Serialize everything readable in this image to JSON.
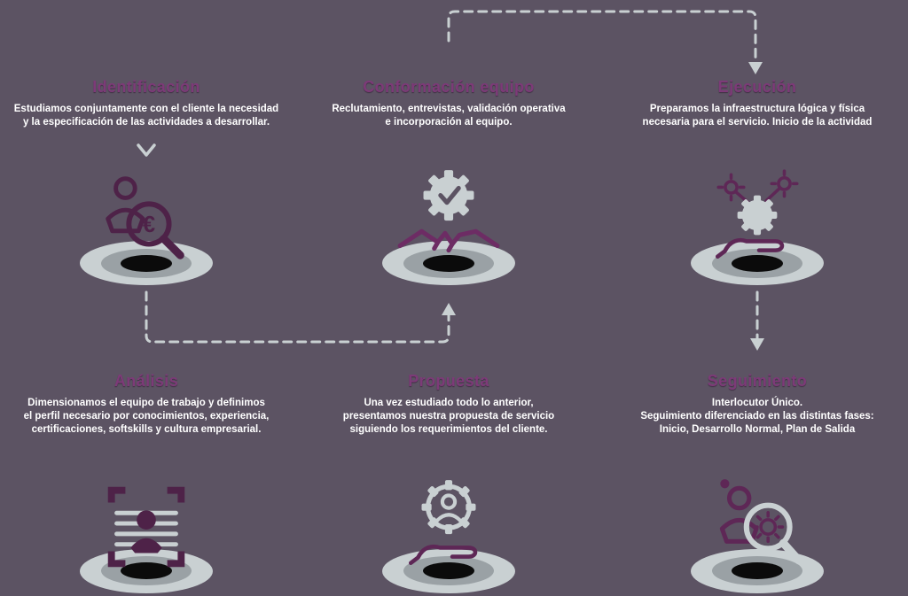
{
  "diagram": {
    "type": "process-flow",
    "columns": 3,
    "rows": 2
  },
  "colors": {
    "background": "#5c5363",
    "title": "#7d3a78",
    "body_text": "#ffffff",
    "icon_purple_dark": "#4e2248",
    "icon_purple": "#5e2756",
    "handshake_purple": "#6d2c64",
    "icon_gray": "#c9d0d2",
    "platform_outer": "#c9d0d2",
    "platform_mid": "#9aa1a5",
    "platform_core": "#0b0b0b",
    "connector": "#c9d0d2"
  },
  "glyphs": {
    "euro": "€"
  },
  "steps": [
    {
      "id": "identificacion",
      "title": "Identificación",
      "description": "Estudiamos conjuntamente con el cliente la necesidad\ny la especificación de las actividades a desarrollar.",
      "icon": "person-magnifier-euro-icon"
    },
    {
      "id": "conformacion-equipo",
      "title": "Conformación equipo",
      "description": "Reclutamiento, entrevistas, validación operativa\ne incorporación al equipo.",
      "icon": "gear-check-handshake-icon"
    },
    {
      "id": "ejecucion",
      "title": "Ejecución",
      "description": "Preparamos la infraestructura lógica y física\nnecesaria para el servicio. Inicio de la actividad",
      "icon": "hand-gear-network-icon"
    },
    {
      "id": "analisis",
      "title": "Análisis",
      "description": "Dimensionamos el equipo de trabajo y definimos\nel perfil necesario por conocimientos, experiencia,\ncertificaciones, softskills y cultura empresarial.",
      "icon": "profile-scan-icon"
    },
    {
      "id": "propuesta",
      "title": "Propuesta",
      "description": "Una vez estudiado todo lo anterior,\npresentamos nuestra propuesta de servicio\nsiguiendo los requerimientos del cliente.",
      "icon": "gear-person-hand-icon"
    },
    {
      "id": "seguimiento",
      "title": "Seguimiento",
      "description": "Interlocutor Único.\nSeguimiento diferenciado en las distintas fases:\nInicio, Desarrollo Normal, Plan de Salida",
      "icon": "person-magnifier-gear-icon"
    }
  ]
}
